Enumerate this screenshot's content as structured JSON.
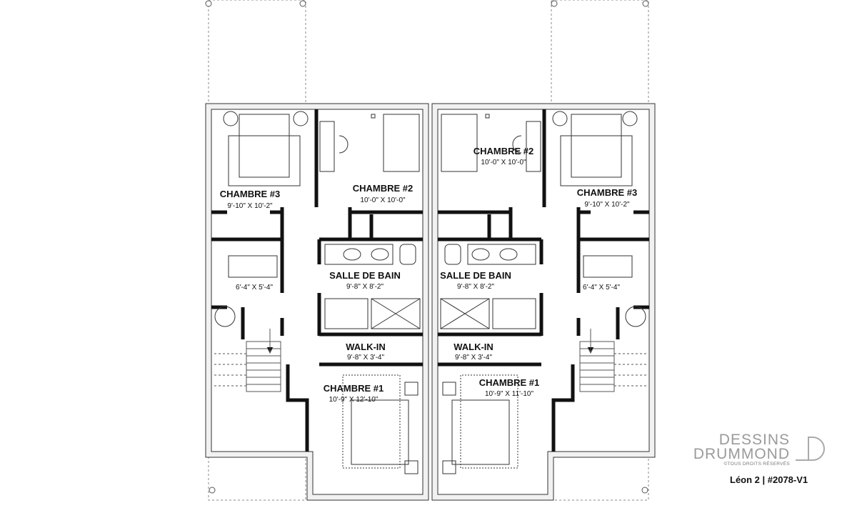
{
  "plan": {
    "left_unit": {
      "rooms": [
        {
          "name": "CHAMBRE #3",
          "dims": "9'-10\" X 10'-2\""
        },
        {
          "name": "CHAMBRE #2",
          "dims": "10'-0\" X 10'-0\""
        },
        {
          "name": "",
          "dims": "6'-4\" X 5'-4\""
        },
        {
          "name": "SALLE DE BAIN",
          "dims": "9'-8\" X 8'-2\""
        },
        {
          "name": "WALK-IN",
          "dims": "9'-8\" X 3'-4\""
        },
        {
          "name": "CHAMBRE #1",
          "dims": "10'-9\" X 12'-10\""
        }
      ]
    },
    "right_unit": {
      "rooms": [
        {
          "name": "CHAMBRE #2",
          "dims": "10'-0\" X 10'-0\""
        },
        {
          "name": "CHAMBRE #3",
          "dims": "9'-10\" X 10'-2\""
        },
        {
          "name": "",
          "dims": "6'-4\" X 5'-4\""
        },
        {
          "name": "SALLE DE BAIN",
          "dims": "9'-8\" X 8'-2\""
        },
        {
          "name": "WALK-IN",
          "dims": "9'-8\" X 3'-4\""
        },
        {
          "name": "CHAMBRE #1",
          "dims": "10'-9\" X 11'-10\""
        }
      ]
    }
  },
  "branding": {
    "line1": "DESSINS",
    "line2": "DRUMMOND",
    "copyright": "©TOUS DROITS RÉSERVÉS",
    "plan_ref": "Léon 2 | #2078-V1"
  },
  "colors": {
    "wall": "#111111",
    "outer_fill": "#f1f1f1",
    "logo": "#9a9a9a"
  }
}
